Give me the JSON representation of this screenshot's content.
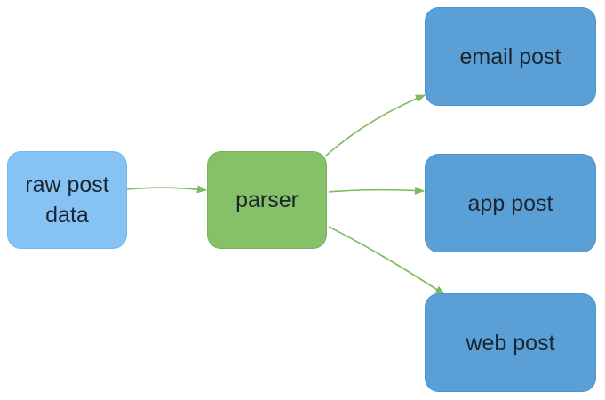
{
  "colors": {
    "source_fill": "#86c2f3",
    "source_border": "#7ab6e8",
    "parser_fill": "#86c069",
    "parser_border": "#78b25c",
    "output_fill": "#5aa0d6",
    "output_border": "#4d92c8",
    "edge": "#7cba5e",
    "text": "#1a2530"
  },
  "nodes": {
    "source": {
      "label_line1": "raw post",
      "label_line2": "data"
    },
    "parser": {
      "label": "parser"
    },
    "email": {
      "label": "email post"
    },
    "app": {
      "label": "app post"
    },
    "web": {
      "label": "web post"
    }
  },
  "edges": [
    {
      "from": "source",
      "to": "parser"
    },
    {
      "from": "parser",
      "to": "email"
    },
    {
      "from": "parser",
      "to": "app"
    },
    {
      "from": "parser",
      "to": "web"
    }
  ]
}
